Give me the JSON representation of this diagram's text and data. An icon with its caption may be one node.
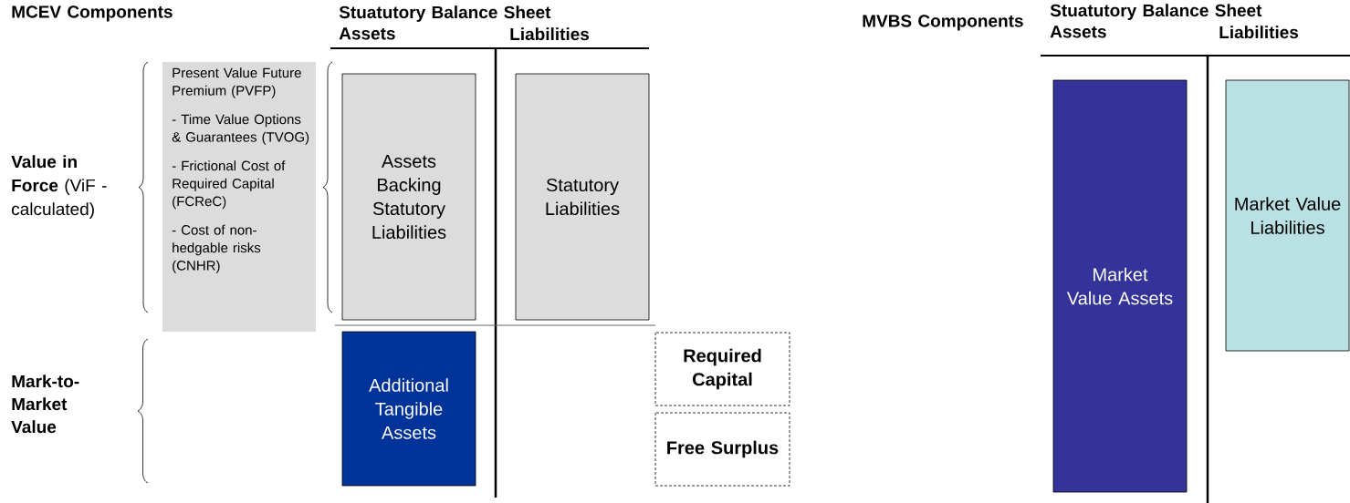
{
  "diagram": {
    "nodes": [
      {
        "text": [
          "Present Value Future Premium (PVFP)",
          "- Time Value Options & Guarantees (TVOG)",
          "- Frictional Cost of Required Capital (FCReC)",
          "- Cost of non-hedgable risks (CNHR)"
        ]
      },
      {
        "text": [
          "Assets Backing Statutory Liabilities"
        ]
      },
      {
        "text": [
          "Statutory Liabilities"
        ]
      },
      {
        "text": [
          "Additional Tangible Assets"
        ]
      },
      {
        "text": [
          "Required Capital"
        ]
      },
      {
        "text": [
          "Free Surplus"
        ]
      },
      {
        "text": [
          "Market Value Assets"
        ]
      },
      {
        "text": [
          "Market Value Liabilities"
        ]
      }
    ],
    "labels": [
      "MCEV Components",
      "Stuatutory Balance Sheet",
      "Assets",
      "Liabilities",
      "**Value in Force** (ViF - calculated)",
      "Mark-to-Market Value",
      "MVBS Components",
      "Stuatutory Balance Sheet",
      "Assets",
      "Liabilities"
    ]
  }
}
